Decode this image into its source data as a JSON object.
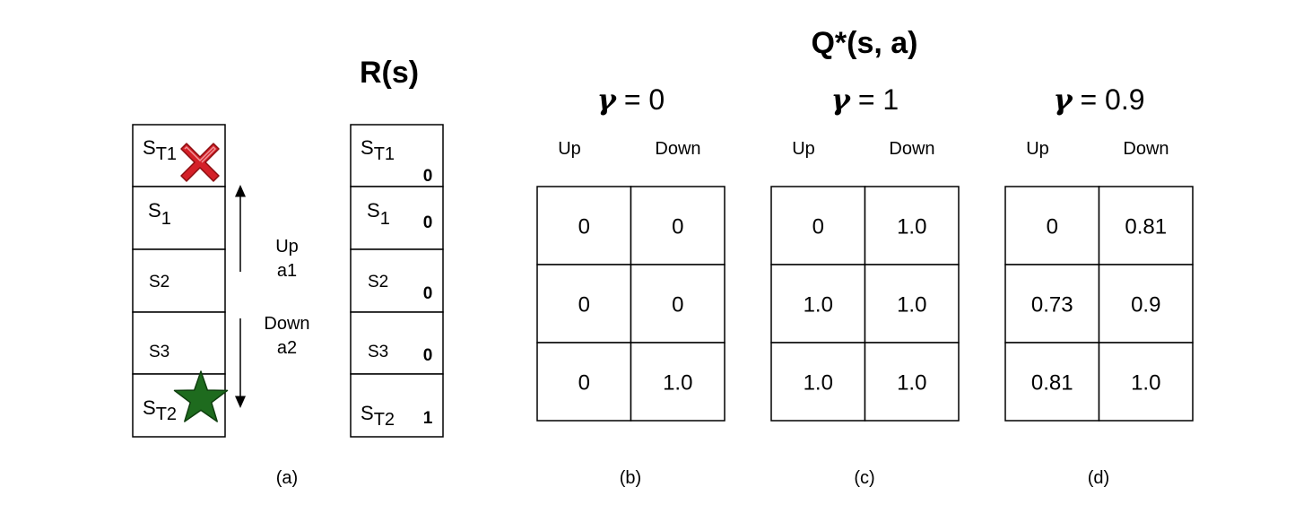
{
  "state_labels": [
    {
      "base": "S",
      "sub": "T1"
    },
    {
      "base": "S",
      "sub": "1"
    },
    {
      "base": "S2",
      "sub": ""
    },
    {
      "base": "S3",
      "sub": ""
    },
    {
      "base": "S",
      "sub": "T2"
    }
  ],
  "arrows": {
    "up_label": "Up",
    "up_action": "a1",
    "down_label": "Down",
    "down_action": "a2"
  },
  "reward": {
    "title": "R(s)",
    "values": [
      "0",
      "0",
      "0",
      "0",
      "1"
    ]
  },
  "q_title": "Q*(s, a)",
  "gamma_symbol": "γ",
  "column_headers": [
    "Up",
    "Down"
  ],
  "q_tables": [
    {
      "gamma": "0",
      "rows": [
        [
          "0",
          "0"
        ],
        [
          "0",
          "0"
        ],
        [
          "0",
          "1.0"
        ]
      ]
    },
    {
      "gamma": "1",
      "rows": [
        [
          "0",
          "1.0"
        ],
        [
          "1.0",
          "1.0"
        ],
        [
          "1.0",
          "1.0"
        ]
      ]
    },
    {
      "gamma": "0.9",
      "rows": [
        [
          "0",
          "0.81"
        ],
        [
          "0.73",
          "0.9"
        ],
        [
          "0.81",
          "1.0"
        ]
      ]
    }
  ],
  "captions": [
    "(a)",
    "(b)",
    "(c)",
    "(d)"
  ],
  "icons": {
    "terminal_1": "red-x-icon",
    "terminal_2": "green-star-icon"
  },
  "colors": {
    "x_red": "#d42028",
    "x_dark": "#8b0d10",
    "star_green": "#1e6b1e",
    "star_outline": "#0e3e0e"
  }
}
